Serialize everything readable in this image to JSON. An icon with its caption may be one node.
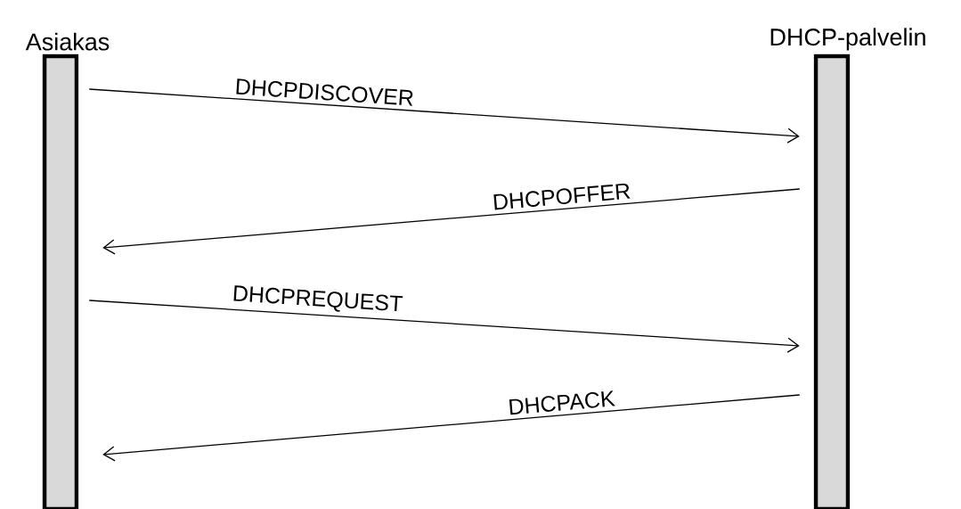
{
  "diagram": {
    "nodes": [
      {
        "text": [
          "Asiakas"
        ]
      },
      {
        "text": [
          "DHCP-palvelin"
        ]
      }
    ],
    "edges": [
      {
        "from": 0,
        "to": 1,
        "arrow": "to",
        "label": "DHCPDISCOVER"
      },
      {
        "from": 1,
        "to": 0,
        "arrow": "to",
        "label": "DHCPOFFER"
      },
      {
        "from": 0,
        "to": 1,
        "arrow": "to",
        "label": "DHCPREQUEST"
      },
      {
        "from": 1,
        "to": 0,
        "arrow": "to",
        "label": "DHCPACK"
      }
    ]
  }
}
